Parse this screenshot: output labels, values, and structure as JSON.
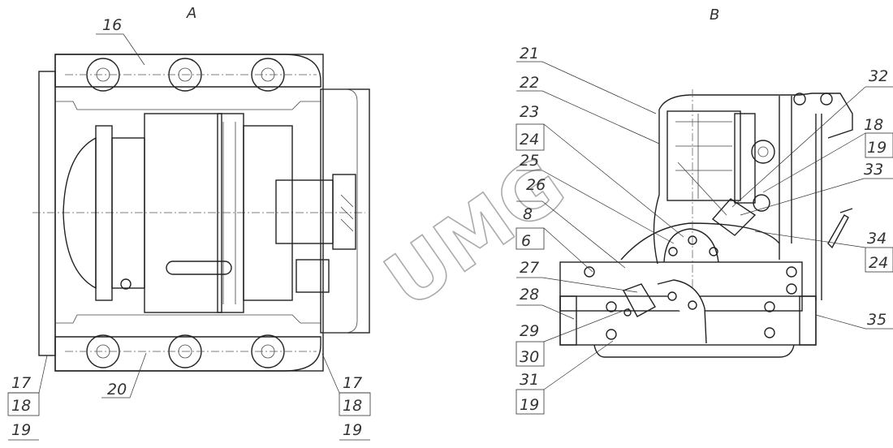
{
  "views": {
    "left_title": "A",
    "right_title": "В"
  },
  "watermark": "UMG",
  "left_labels": {
    "l16": "16",
    "l17a": "17",
    "l18a": "18",
    "l19a": "19",
    "l20": "20",
    "l17b": "17",
    "l18b": "18",
    "l19b": "19"
  },
  "right_labels": {
    "l21": "21",
    "l22": "22",
    "l23": "23",
    "l24a": "24",
    "l25": "25",
    "l26": "26",
    "l8": "8",
    "l6": "6",
    "l27": "27",
    "l28": "28",
    "l29": "29",
    "l30": "30",
    "l31": "31",
    "l19a": "19",
    "l32": "32",
    "l18": "18",
    "l19b": "19",
    "l33": "33",
    "l34": "34",
    "l24b": "24",
    "l35": "35"
  }
}
